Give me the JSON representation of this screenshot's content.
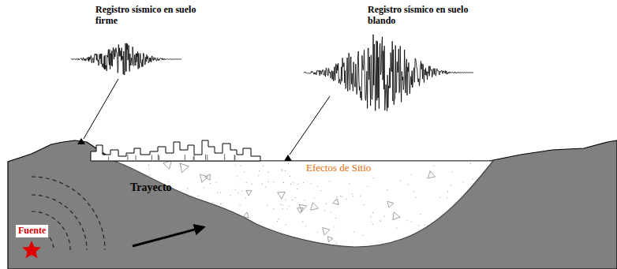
{
  "diagram": {
    "labels": [
      "Registro sísmico en suelo firme",
      "Registro sísmico en suelo blando",
      "Efectos de Sitio",
      "Trayecto",
      "Fuente"
    ]
  }
}
